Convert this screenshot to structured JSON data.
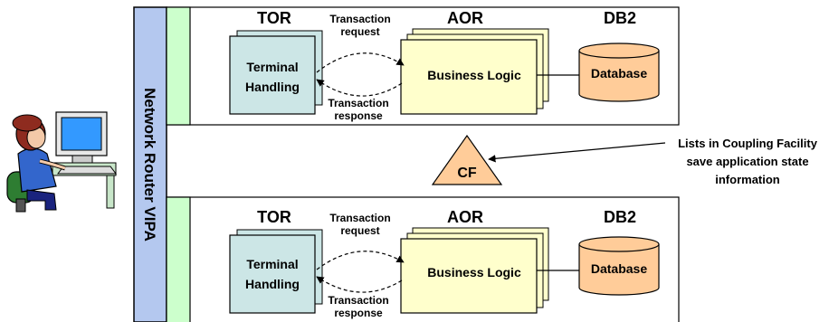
{
  "router": {
    "label": "Network Router VIPA"
  },
  "regions": [
    {
      "tor_title": "TOR",
      "aor_title": "AOR",
      "db_title": "DB2",
      "terminal_line1": "Terminal",
      "terminal_line2": "Handling",
      "business_logic": "Business Logic",
      "database": "Database",
      "request_line1": "Transaction",
      "request_line2": "request",
      "response_line1": "Transaction",
      "response_line2": "response"
    },
    {
      "tor_title": "TOR",
      "aor_title": "AOR",
      "db_title": "DB2",
      "terminal_line1": "Terminal",
      "terminal_line2": "Handling",
      "business_logic": "Business Logic",
      "database": "Database",
      "request_line1": "Transaction",
      "request_line2": "request",
      "response_line1": "Transaction",
      "response_line2": "response"
    }
  ],
  "coupling_facility": {
    "label": "CF",
    "note_line1": "Lists in Coupling Facility",
    "note_line2": "save application state",
    "note_line3": "information"
  },
  "colors": {
    "router_bar": "#b4c8ef",
    "region_strip": "#ccffcc",
    "tor_box": "#cce6e6",
    "aor_box": "#ffffcc",
    "database": "#ffcc99",
    "cf_triangle": "#ffcc99"
  }
}
